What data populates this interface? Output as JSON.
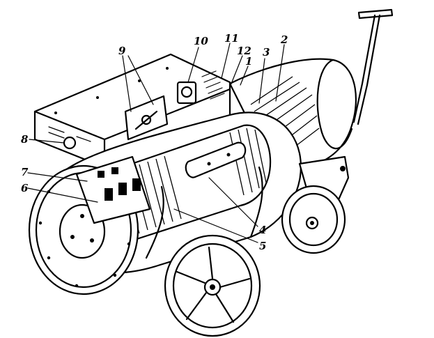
{
  "figure": {
    "background": "#ffffff",
    "ink": "#000000"
  },
  "callouts": [
    {
      "id": "1",
      "label": "1"
    },
    {
      "id": "2",
      "label": "2"
    },
    {
      "id": "3",
      "label": "3"
    },
    {
      "id": "4",
      "label": "4"
    },
    {
      "id": "5",
      "label": "5"
    },
    {
      "id": "6",
      "label": "6"
    },
    {
      "id": "7",
      "label": "7"
    },
    {
      "id": "8",
      "label": "8"
    },
    {
      "id": "9",
      "label": "9"
    },
    {
      "id": "10",
      "label": "10"
    },
    {
      "id": "11",
      "label": "11"
    },
    {
      "id": "12",
      "label": "12"
    }
  ]
}
